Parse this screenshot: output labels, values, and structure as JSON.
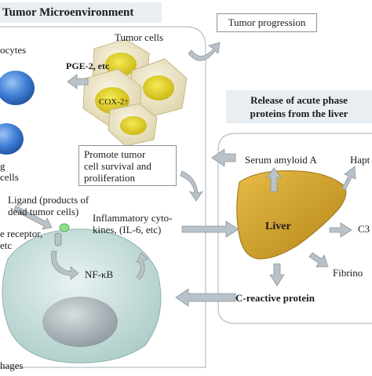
{
  "tumor_microenvironment": "Tumor Microenvironment",
  "tumor_progression": "Tumor progression",
  "tumor_cells": "Tumor cells",
  "monocytes_partial": "ocytes",
  "pge2": "PGE-2, etc",
  "cox2": "COX-2↑",
  "release_line1": "Release of acute phase",
  "release_line2": "proteins from the liver",
  "promote_line1": "Promote tumor",
  "promote_line2": "cell survival and",
  "promote_line3": "proliferation",
  "serum_amyloid": "Serum amyloid A",
  "hapto_partial": "Hapt",
  "liver": "Liver",
  "c3_partial": "C3",
  "fibrino_partial": "Fibrino",
  "crp": "C-reactive protein",
  "cells_line1_partial": "g",
  "cells_line2_partial": "cells",
  "ligand_line1": "Ligand (products of",
  "ligand_line2": "dead tumor cells)",
  "receptor_line1_partial": "e receptor,",
  "receptor_line2_partial": "etc",
  "cytokines_line1": "Inflammatory cyto-",
  "cytokines_line2": "kines, (IL-6, etc)",
  "nfkb": "NF-κB",
  "macrophages_partial": "hages",
  "colors": {
    "panel_bg": "#e9eef2",
    "tumor_cell": "#f1ead1",
    "tumor_nucleus": "#e2d21a",
    "liver": "#d4a42a",
    "blue_cell": "#3f7fd6",
    "macrophage": "#d3e5e3",
    "macrophage_nucleus": "#a9b4b8",
    "arrow": "#b9c2c8"
  }
}
